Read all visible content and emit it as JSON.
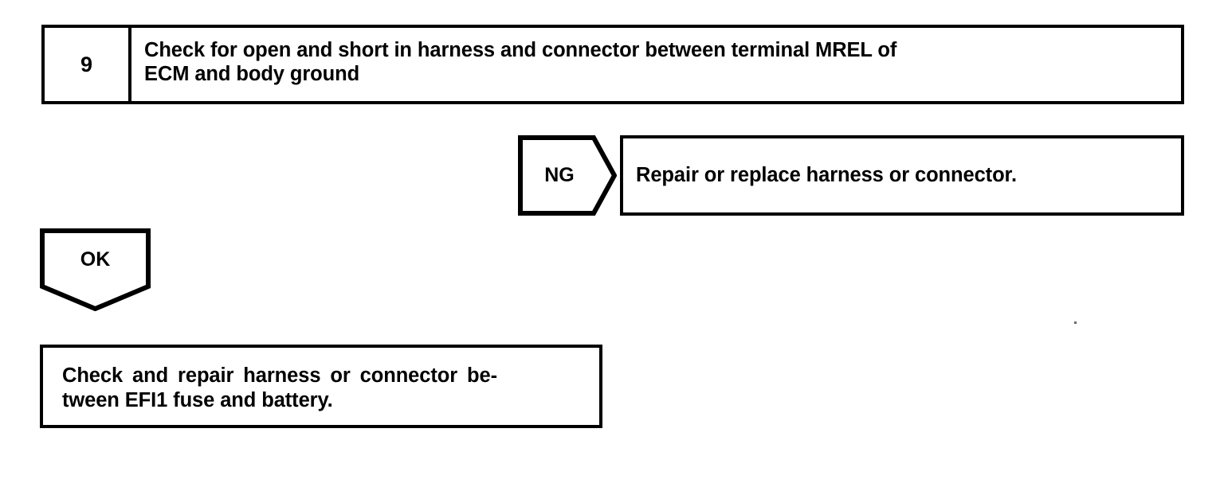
{
  "document": {
    "type": "diagnostic-flowchart",
    "ink_color": "#000000",
    "background_color": "#ffffff"
  },
  "step": {
    "number": "9",
    "instruction_line1": "Check for open and short in harness and connector between terminal MREL of",
    "instruction_line2": "ECM and body ground"
  },
  "branches": {
    "ng": {
      "label": "NG",
      "result_text": "Repair or replace harness or connector."
    },
    "ok": {
      "label": "OK"
    }
  },
  "final_action": {
    "line1": "Check and repair harness or connector be-",
    "line2": "tween EFI1 fuse and battery."
  }
}
